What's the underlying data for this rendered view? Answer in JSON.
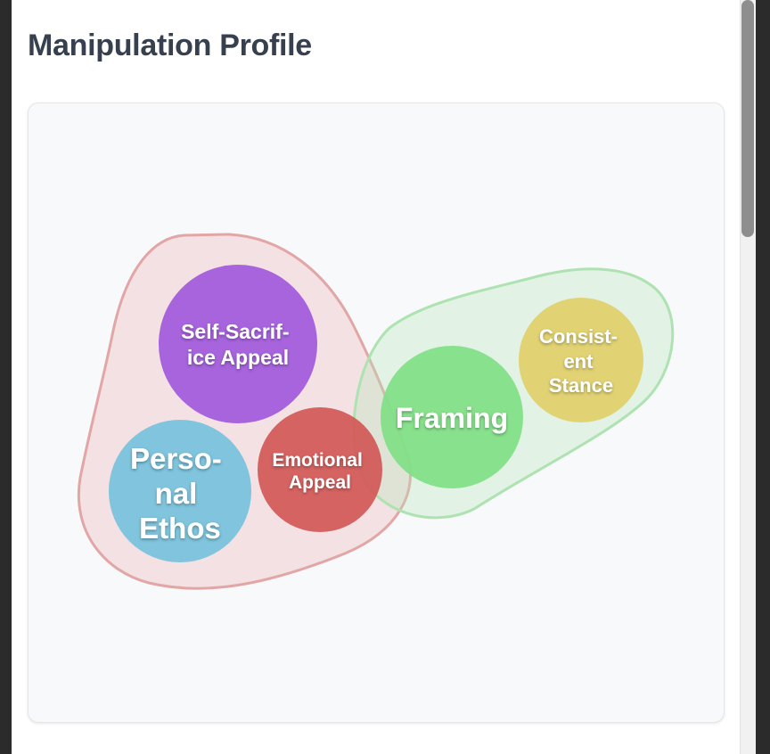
{
  "page": {
    "title": "Manipulation Profile"
  },
  "colors": {
    "self_sacrifice": "#a25ddc",
    "personal_ethos": "#79c2dc",
    "emotional_appeal": "#d25c5a",
    "framing": "#83df88",
    "consistent_stance": "#e0d06d",
    "group_red": "#e4a3a3",
    "group_green": "#a9e5ad"
  },
  "bubbles": [
    {
      "id": "self-sacrifice-appeal",
      "lines": [
        "Self-Sacrif-",
        "ice Appeal"
      ],
      "color": "#a25ddc"
    },
    {
      "id": "personal-ethos",
      "lines": [
        "Perso-",
        "nal",
        "Ethos"
      ],
      "color": "#79c2dc"
    },
    {
      "id": "emotional-appeal",
      "lines": [
        "Emotional",
        "Appeal"
      ],
      "color": "#d25c5a"
    },
    {
      "id": "framing",
      "lines": [
        "Framing"
      ],
      "color": "#83df88"
    },
    {
      "id": "consistent-stance",
      "lines": [
        "Consist-",
        "ent",
        "Stance"
      ],
      "color": "#e0d06d"
    }
  ]
}
